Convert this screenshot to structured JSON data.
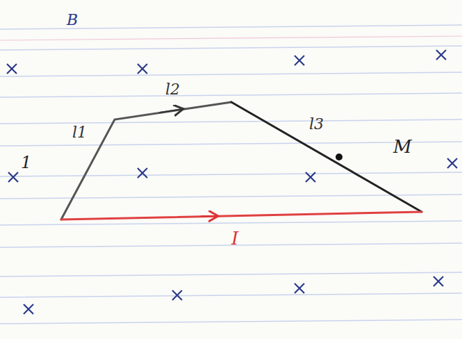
{
  "diagram": {
    "labels": [
      "B",
      "1",
      "l1",
      "l2",
      "l3",
      "M",
      "I"
    ]
  }
}
